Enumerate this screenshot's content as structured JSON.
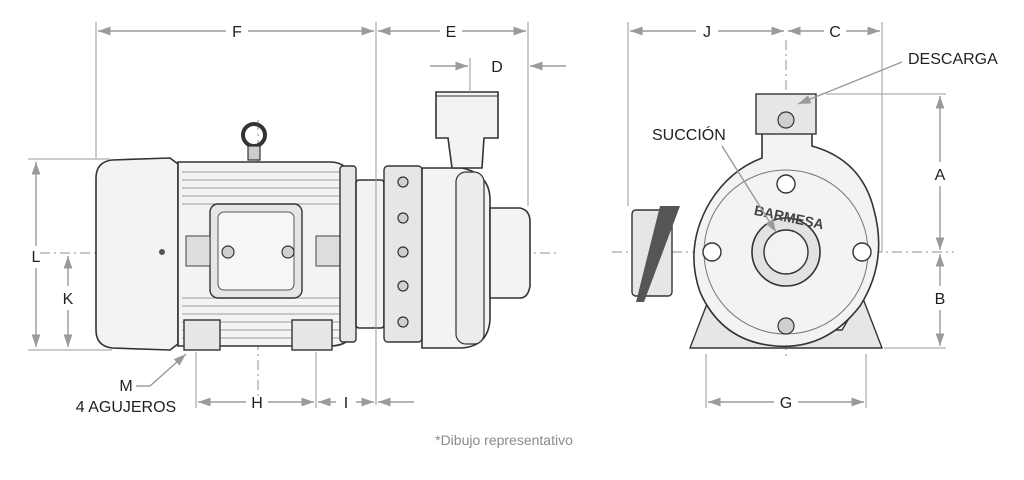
{
  "dimensions": {
    "A": "A",
    "B": "B",
    "C": "C",
    "D": "D",
    "E": "E",
    "F": "F",
    "G": "G",
    "H": "H",
    "I": "I",
    "J": "J",
    "K": "K",
    "L": "L",
    "M": "M"
  },
  "labels": {
    "holes": "4 AGUJEROS",
    "discharge": "DESCARGA",
    "suction": "SUCCIÓN",
    "brand": "BARMESA"
  },
  "footnote": "*Dibujo representativo"
}
